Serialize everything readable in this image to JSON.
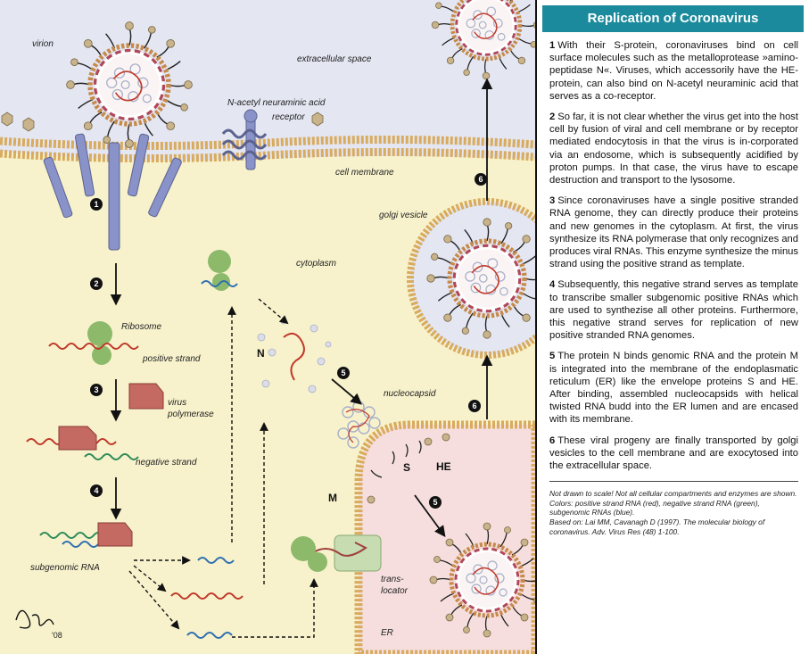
{
  "panel": {
    "title": "Replication of Coronavirus",
    "steps": [
      {
        "num": "1",
        "text": "With their S-protein, coronaviruses bind on cell surface molecules such as the metalloprotease »amino-peptidase N«. Viruses, which accessorily have the HE-protein, can also bind on N-acetyl neuraminic acid that serves as a co-receptor."
      },
      {
        "num": "2",
        "text": "So far, it is not clear whether the virus get into the host cell by fusion of viral and cell membrane or by receptor mediated endocytosis in that the virus is in-corporated via an endosome, which is subsequently acidified by proton pumps. In that case, the virus have to escape destruction and transport to the lysosome."
      },
      {
        "num": "3",
        "text": "Since coronaviruses have a single positive stranded RNA genome, they can directly produce their proteins and new genomes in the cytoplasm. At first, the virus synthesize its RNA polymerase that only recognizes and produces viral RNAs. This enzyme synthesize the minus strand using the positive strand as template."
      },
      {
        "num": "4",
        "text": "Subsequently, this negative strand serves as template to transcribe smaller subgenomic positive RNAs which are used to synthezise all other proteins. Furthermore, this negative strand serves for replication of new positive stranded RNA genomes."
      },
      {
        "num": "5",
        "text": "The protein N binds genomic RNA and the protein M is integrated into the membrane of the endoplasmatic reticulum (ER) like the envelope proteins S and HE. After binding, assembled nucleocapsids with helical twisted RNA budd into the ER lumen and are encased with its membrane."
      },
      {
        "num": "6",
        "text": "These viral progeny are finally transported by golgi vesicles to the cell membrane and are exocytosed into the extracellular space."
      }
    ],
    "notes": [
      "Not drawn to scale! Not all cellular compartments and enzymes are shown. Colors: positive strand RNA (red), negative strand RNA (green), subgenomic RNAs (blue).",
      "Based on: Lai MM, Cavanagh D (1997). The molecular biology of coronavirus. Adv. Virus Res (48) 1-100."
    ]
  },
  "labels": {
    "virion": "virion",
    "extracellular": "extracellular space",
    "neuraminic": "N-acetyl neuraminic acid",
    "receptor": "receptor",
    "cell_membrane": "cell membrane",
    "golgi": "golgi vesicle",
    "cytoplasm": "cytoplasm",
    "ribosome": "Ribosome",
    "positive_strand": "positive strand",
    "virus_polymerase_1": "virus",
    "virus_polymerase_2": "polymerase",
    "negative_strand": "negative strand",
    "subgenomic": "subgenomic RNA",
    "n_protein": "N",
    "nucleocapsid": "nucleocapsid",
    "m_protein": "M",
    "s_protein": "S",
    "he_protein": "HE",
    "translocator_1": "trans-",
    "translocator_2": "locator",
    "er": "ER",
    "signature": "'08"
  },
  "markers": [
    "1",
    "2",
    "3",
    "4",
    "5",
    "6"
  ],
  "colors": {
    "extracellular": "#e4e6f2",
    "cytoplasm": "#f7f2cc",
    "er_lumen": "#f6dede",
    "positive_rna": "#c0392b",
    "negative_rna": "#2e8b57",
    "subgenomic_rna": "#2f6fb0",
    "ribosome": "#8dba6a",
    "polymerase": "#c46a62",
    "receptor": "#8a93c9",
    "title_bar": "#1a8a9c"
  }
}
